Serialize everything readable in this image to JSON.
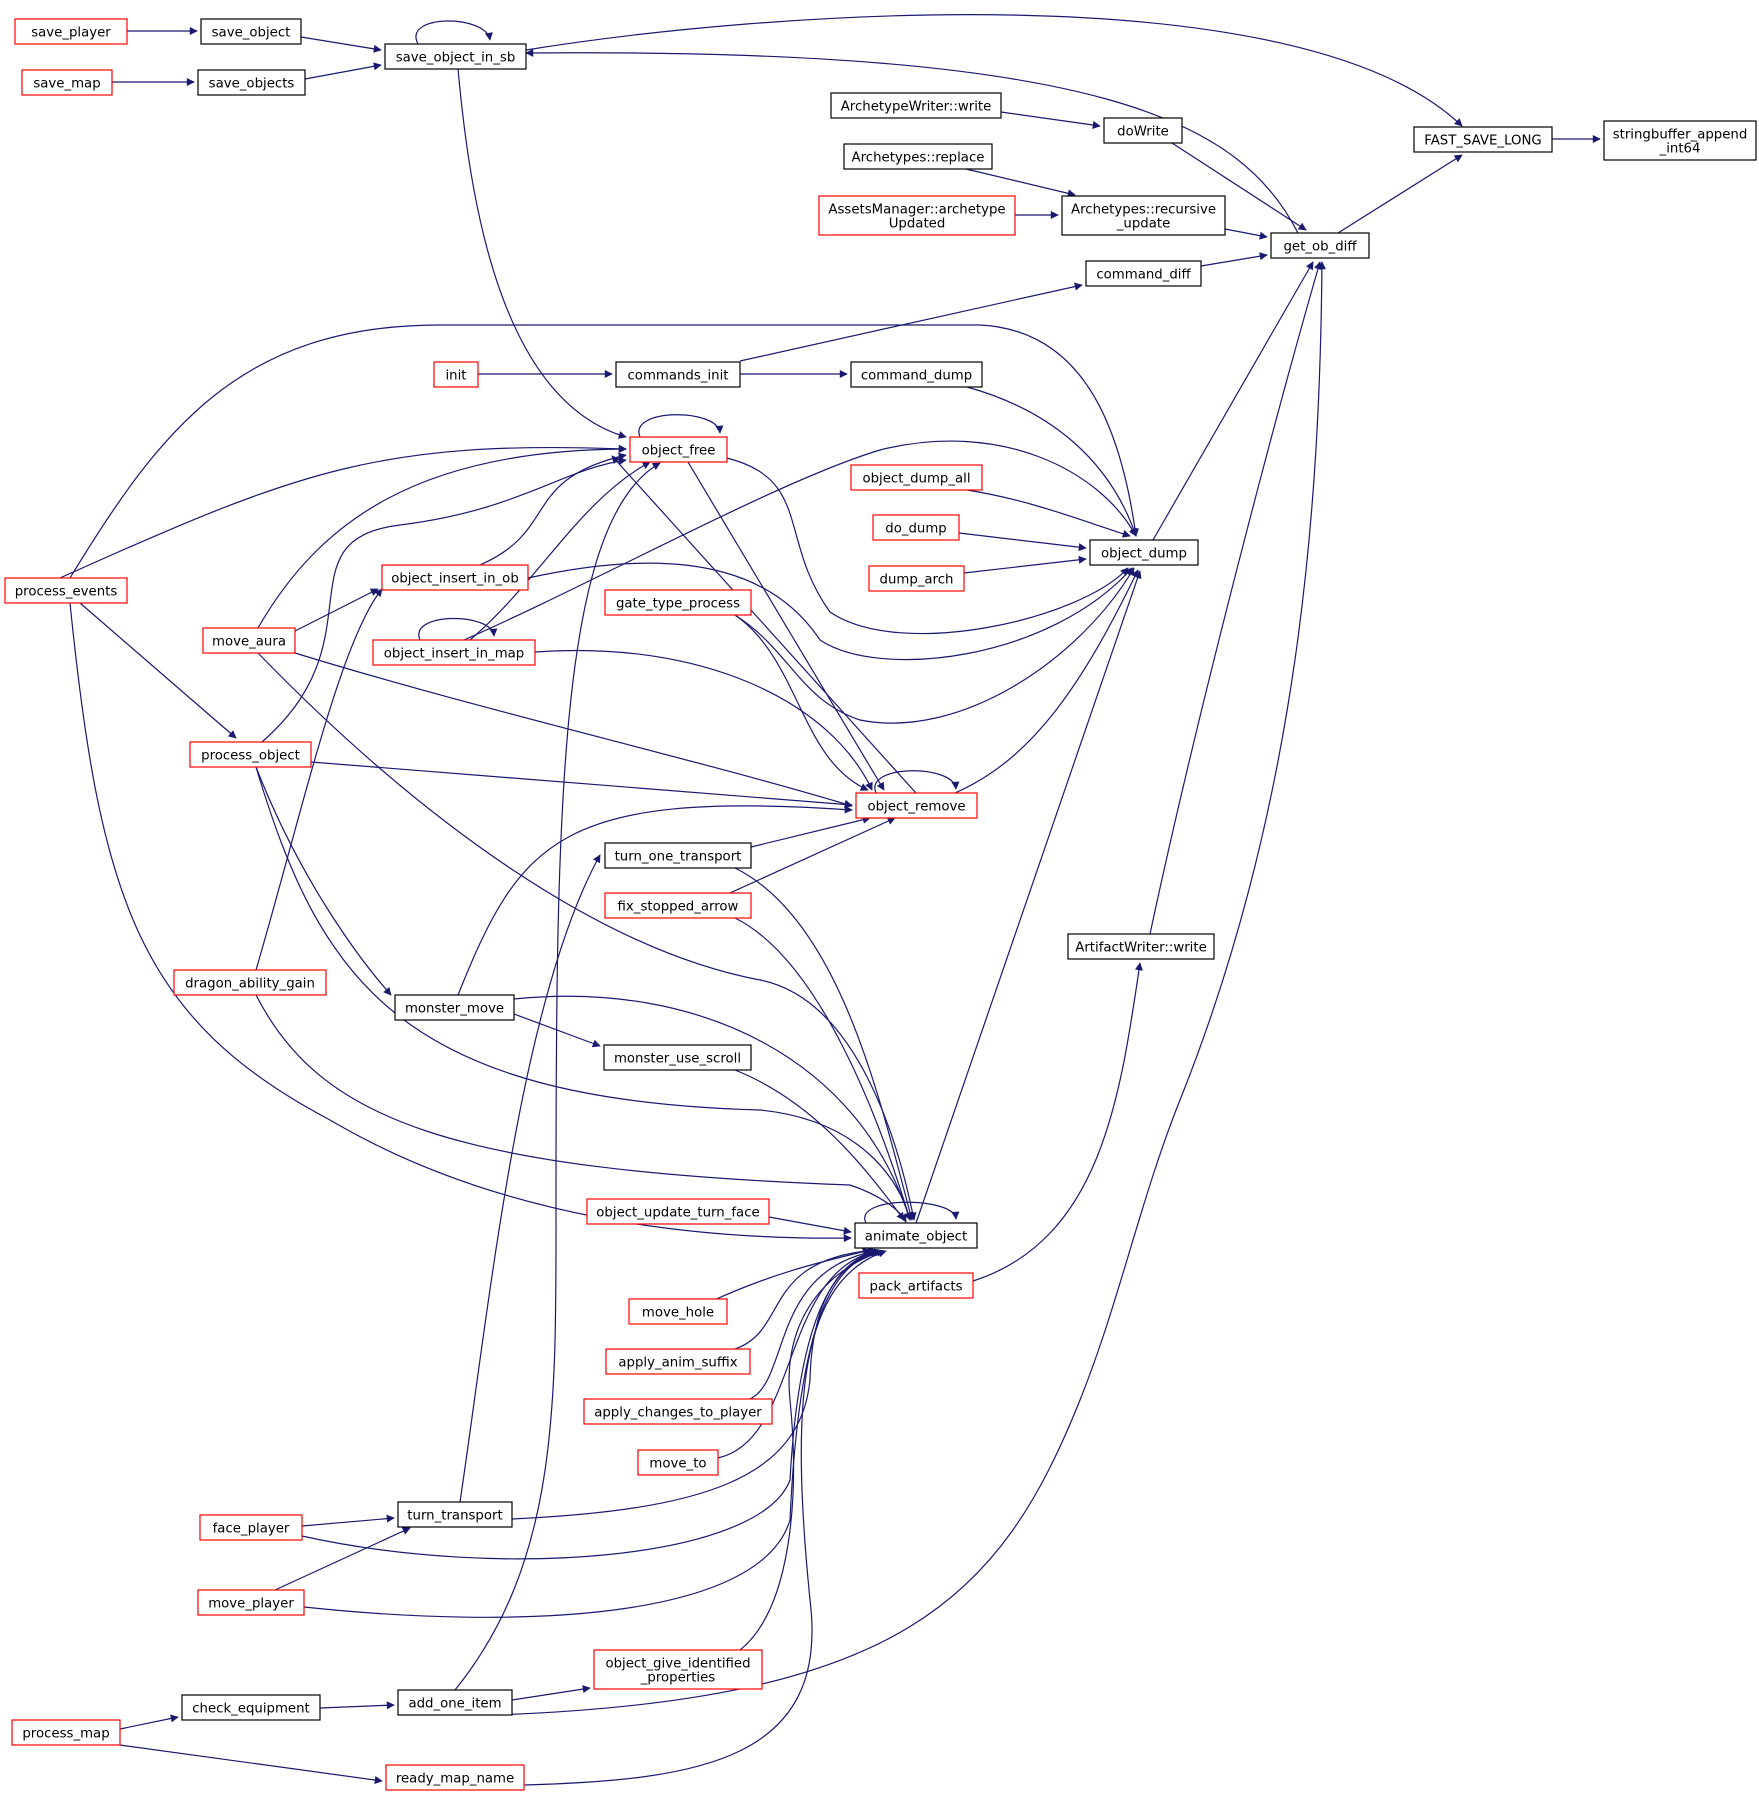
{
  "diagram": {
    "type": "doxygen-caller-graph",
    "colors": {
      "edge": "#191970",
      "node_border_default": "#000000",
      "node_border_truncated": "#ff0000",
      "node_fill_root": "#bfbfbf",
      "node_fill_default": "#ffffff"
    },
    "nodes": [
      {
        "id": "stringbuffer_append_int64",
        "lines": [
          "stringbuffer_append",
          "_int64"
        ],
        "style": "root"
      },
      {
        "id": "FAST_SAVE_LONG",
        "lines": [
          "FAST_SAVE_LONG"
        ],
        "style": "black"
      },
      {
        "id": "save_object_in_sb",
        "lines": [
          "save_object_in_sb"
        ],
        "style": "black"
      },
      {
        "id": "save_object",
        "lines": [
          "save_object"
        ],
        "style": "black"
      },
      {
        "id": "save_player",
        "lines": [
          "save_player"
        ],
        "style": "red"
      },
      {
        "id": "save_objects",
        "lines": [
          "save_objects"
        ],
        "style": "black"
      },
      {
        "id": "save_map",
        "lines": [
          "save_map"
        ],
        "style": "red"
      },
      {
        "id": "ArchetypeWriter::write",
        "lines": [
          "ArchetypeWriter::write"
        ],
        "style": "black"
      },
      {
        "id": "doWrite",
        "lines": [
          "doWrite"
        ],
        "style": "black"
      },
      {
        "id": "Archetypes::replace",
        "lines": [
          "Archetypes::replace"
        ],
        "style": "black"
      },
      {
        "id": "AssetsManager::archetypeUpdated",
        "lines": [
          "AssetsManager::archetype",
          "Updated"
        ],
        "style": "red"
      },
      {
        "id": "Archetypes::recursive_update",
        "lines": [
          "Archetypes::recursive",
          "_update"
        ],
        "style": "black"
      },
      {
        "id": "get_ob_diff",
        "lines": [
          "get_ob_diff"
        ],
        "style": "black"
      },
      {
        "id": "command_diff",
        "lines": [
          "command_diff"
        ],
        "style": "black"
      },
      {
        "id": "init",
        "lines": [
          "init"
        ],
        "style": "red"
      },
      {
        "id": "commands_init",
        "lines": [
          "commands_init"
        ],
        "style": "black"
      },
      {
        "id": "command_dump",
        "lines": [
          "command_dump"
        ],
        "style": "black"
      },
      {
        "id": "object_free",
        "lines": [
          "object_free"
        ],
        "style": "red"
      },
      {
        "id": "object_dump_all",
        "lines": [
          "object_dump_all"
        ],
        "style": "red"
      },
      {
        "id": "do_dump",
        "lines": [
          "do_dump"
        ],
        "style": "red"
      },
      {
        "id": "object_dump",
        "lines": [
          "object_dump"
        ],
        "style": "black"
      },
      {
        "id": "dump_arch",
        "lines": [
          "dump_arch"
        ],
        "style": "red"
      },
      {
        "id": "process_events",
        "lines": [
          "process_events"
        ],
        "style": "red"
      },
      {
        "id": "object_insert_in_ob",
        "lines": [
          "object_insert_in_ob"
        ],
        "style": "red"
      },
      {
        "id": "gate_type_process",
        "lines": [
          "gate_type_process"
        ],
        "style": "red"
      },
      {
        "id": "move_aura",
        "lines": [
          "move_aura"
        ],
        "style": "red"
      },
      {
        "id": "object_insert_in_map",
        "lines": [
          "object_insert_in_map"
        ],
        "style": "red"
      },
      {
        "id": "process_object",
        "lines": [
          "process_object"
        ],
        "style": "red"
      },
      {
        "id": "object_remove",
        "lines": [
          "object_remove"
        ],
        "style": "red"
      },
      {
        "id": "turn_one_transport",
        "lines": [
          "turn_one_transport"
        ],
        "style": "black"
      },
      {
        "id": "fix_stopped_arrow",
        "lines": [
          "fix_stopped_arrow"
        ],
        "style": "red"
      },
      {
        "id": "ArtifactWriter::write",
        "lines": [
          "ArtifactWriter::write"
        ],
        "style": "black"
      },
      {
        "id": "dragon_ability_gain",
        "lines": [
          "dragon_ability_gain"
        ],
        "style": "red"
      },
      {
        "id": "monster_move",
        "lines": [
          "monster_move"
        ],
        "style": "black"
      },
      {
        "id": "monster_use_scroll",
        "lines": [
          "monster_use_scroll"
        ],
        "style": "black"
      },
      {
        "id": "object_update_turn_face",
        "lines": [
          "object_update_turn_face"
        ],
        "style": "red"
      },
      {
        "id": "animate_object",
        "lines": [
          "animate_object"
        ],
        "style": "black"
      },
      {
        "id": "pack_artifacts",
        "lines": [
          "pack_artifacts"
        ],
        "style": "red"
      },
      {
        "id": "move_hole",
        "lines": [
          "move_hole"
        ],
        "style": "red"
      },
      {
        "id": "apply_anim_suffix",
        "lines": [
          "apply_anim_suffix"
        ],
        "style": "red"
      },
      {
        "id": "apply_changes_to_player",
        "lines": [
          "apply_changes_to_player"
        ],
        "style": "red"
      },
      {
        "id": "move_to",
        "lines": [
          "move_to"
        ],
        "style": "red"
      },
      {
        "id": "face_player",
        "lines": [
          "face_player"
        ],
        "style": "red"
      },
      {
        "id": "turn_transport",
        "lines": [
          "turn_transport"
        ],
        "style": "black"
      },
      {
        "id": "move_player",
        "lines": [
          "move_player"
        ],
        "style": "red"
      },
      {
        "id": "object_give_identified_properties",
        "lines": [
          "object_give_identified",
          "_properties"
        ],
        "style": "red"
      },
      {
        "id": "check_equipment",
        "lines": [
          "check_equipment"
        ],
        "style": "black"
      },
      {
        "id": "add_one_item",
        "lines": [
          "add_one_item"
        ],
        "style": "black"
      },
      {
        "id": "process_map",
        "lines": [
          "process_map"
        ],
        "style": "red"
      },
      {
        "id": "ready_map_name",
        "lines": [
          "ready_map_name"
        ],
        "style": "red"
      }
    ]
  }
}
